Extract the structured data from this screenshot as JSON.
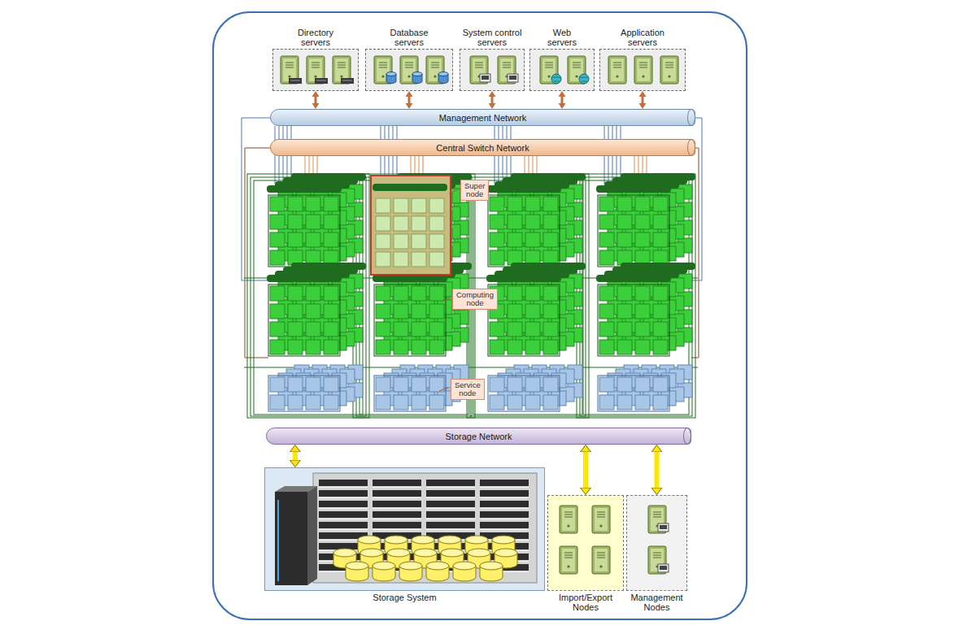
{
  "diagram": {
    "nodes": [
      {
        "text": [
          "Directory servers"
        ]
      },
      {
        "text": [
          "Database servers"
        ]
      },
      {
        "text": [
          "System control servers"
        ]
      },
      {
        "text": [
          "Web servers"
        ]
      },
      {
        "text": [
          "Application servers"
        ]
      },
      {
        "text": [
          "Management Network"
        ]
      },
      {
        "text": [
          "Central Switch Network"
        ]
      },
      {
        "text": [
          "Super node"
        ]
      },
      {
        "text": [
          "Computing node"
        ]
      },
      {
        "text": [
          "Service node"
        ]
      },
      {
        "text": [
          "Storage Network"
        ]
      },
      {
        "text": [
          "Storage System"
        ]
      },
      {
        "text": [
          "Import/Export Nodes"
        ]
      },
      {
        "text": [
          "Management Nodes"
        ]
      }
    ],
    "edges": [
      {
        "from": 0,
        "to": 5,
        "arrow": "both"
      },
      {
        "from": 1,
        "to": 5,
        "arrow": "both"
      },
      {
        "from": 2,
        "to": 5,
        "arrow": "both"
      },
      {
        "from": 3,
        "to": 5,
        "arrow": "both"
      },
      {
        "from": 4,
        "to": 5,
        "arrow": "both"
      },
      {
        "from": 10,
        "to": 11,
        "arrow": "both"
      },
      {
        "from": 10,
        "to": 12,
        "arrow": "both"
      },
      {
        "from": 10,
        "to": 13,
        "arrow": "both"
      }
    ]
  }
}
